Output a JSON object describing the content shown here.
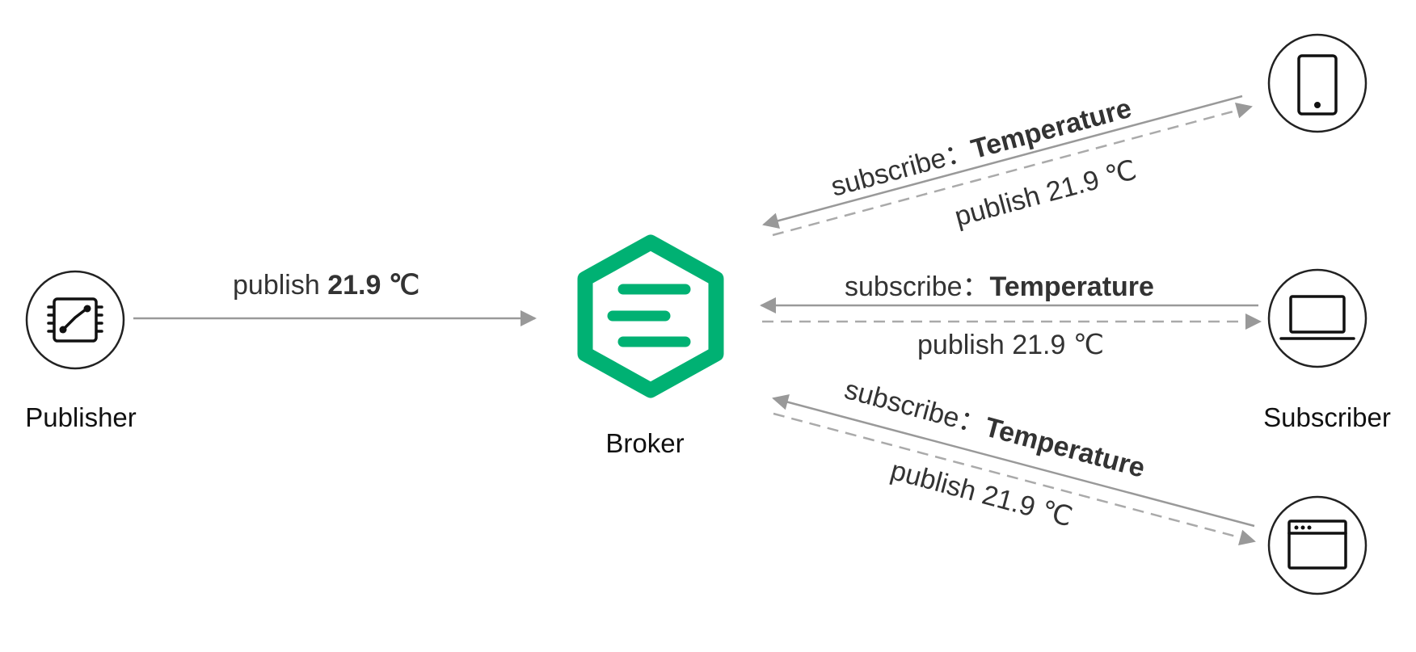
{
  "nodes": {
    "publisher": {
      "label": "Publisher",
      "icon": "circuit-board-icon"
    },
    "broker": {
      "label": "Broker",
      "icon": "emqx-hexagon-logo-icon"
    },
    "subscriber": {
      "label": "Subscriber"
    },
    "subscriber_devices": [
      {
        "icon": "smartphone-icon"
      },
      {
        "icon": "laptop-icon"
      },
      {
        "icon": "browser-window-icon"
      }
    ]
  },
  "messages": {
    "publish_action": "publish",
    "publish_value": "21.9 ℃",
    "subscribe_action": "subscribe：",
    "subscribe_topic": "Temperature"
  },
  "colors": {
    "broker_green": "#00b173",
    "arrow_gray": "#999999"
  }
}
